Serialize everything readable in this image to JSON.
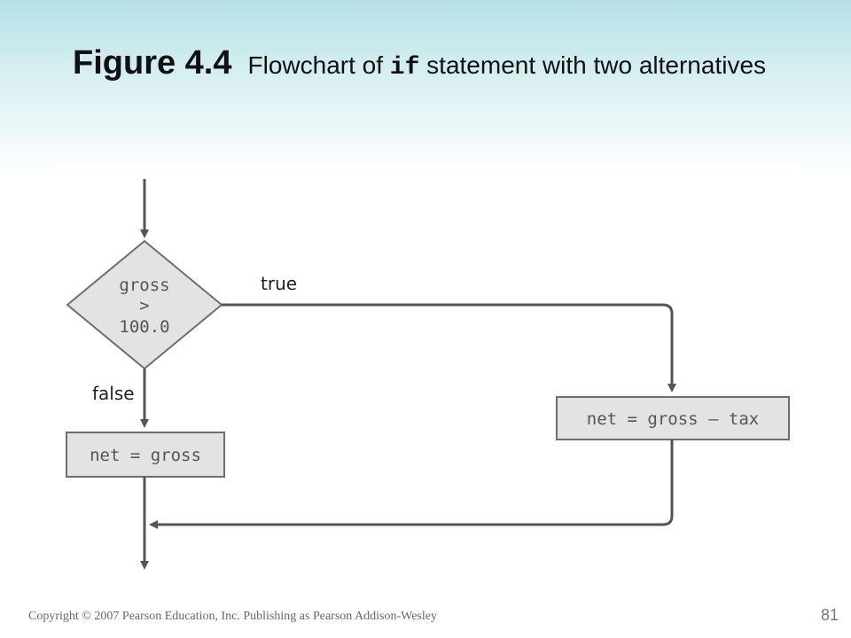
{
  "slide": {
    "figure_number": "Figure 4.4",
    "caption_before": "Flowchart of ",
    "caption_code": "if",
    "caption_after": " statement with two alternatives",
    "footer": "Copyright © 2007 Pearson Education, Inc. Publishing as Pearson Addison-Wesley",
    "page_number": "81"
  },
  "flowchart": {
    "decision": {
      "line1": "gross",
      "line2": ">",
      "line3": "100.0"
    },
    "true_label": "true",
    "false_label": "false",
    "true_action": "net = gross – tax",
    "false_action": "net = gross"
  },
  "colors": {
    "header_gradient_top": "#b5e0e6",
    "shape_fill": "#e3e3e3",
    "shape_stroke": "#6e6e6e",
    "arrow": "#555555"
  }
}
